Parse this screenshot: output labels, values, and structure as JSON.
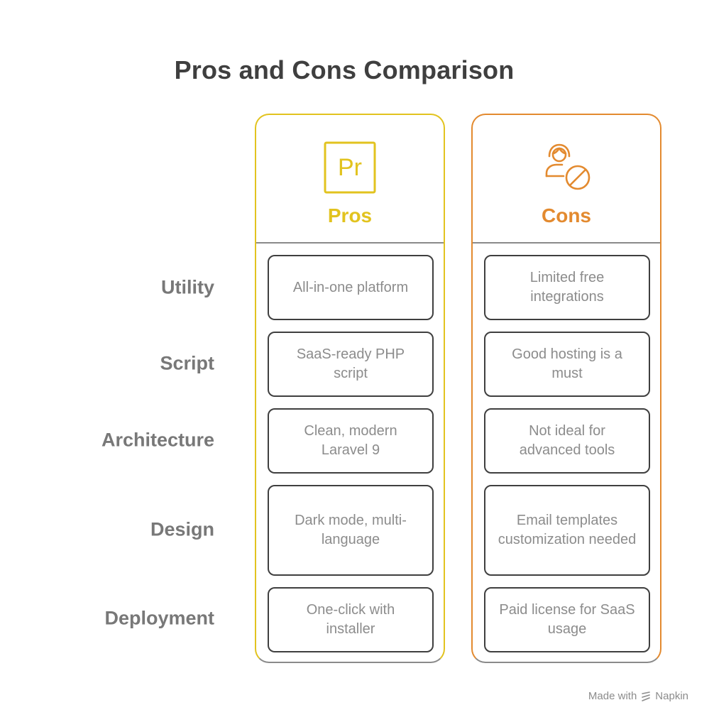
{
  "title": "Pros and Cons Comparison",
  "colors": {
    "pros_accent": "#e2c31f",
    "cons_accent": "#e38a2f",
    "border": "#8a8a8a",
    "cell_border": "#3f3f3f",
    "cell_text": "#8c8c8c",
    "label_text": "#787878",
    "title_text": "#3f3f3f"
  },
  "columns": {
    "pros": {
      "title": "Pros",
      "icon": "premiere-pro-icon",
      "icon_text": "Pr",
      "items": [
        "All-in-one platform",
        "SaaS-ready PHP script",
        "Clean, modern Laravel 9",
        "Dark mode, multi-language",
        "One-click with installer"
      ]
    },
    "cons": {
      "title": "Cons",
      "icon": "user-blocked-icon",
      "items": [
        "Limited free integrations",
        "Good hosting is a must",
        "Not ideal for advanced tools",
        "Email templates customization needed",
        "Paid license for SaaS usage"
      ]
    }
  },
  "rows": [
    "Utility",
    "Script",
    "Architecture",
    "Design",
    "Deployment"
  ],
  "footer": {
    "made_with": "Made with",
    "brand": "Napkin",
    "brand_icon": "napkin-logo-icon"
  }
}
